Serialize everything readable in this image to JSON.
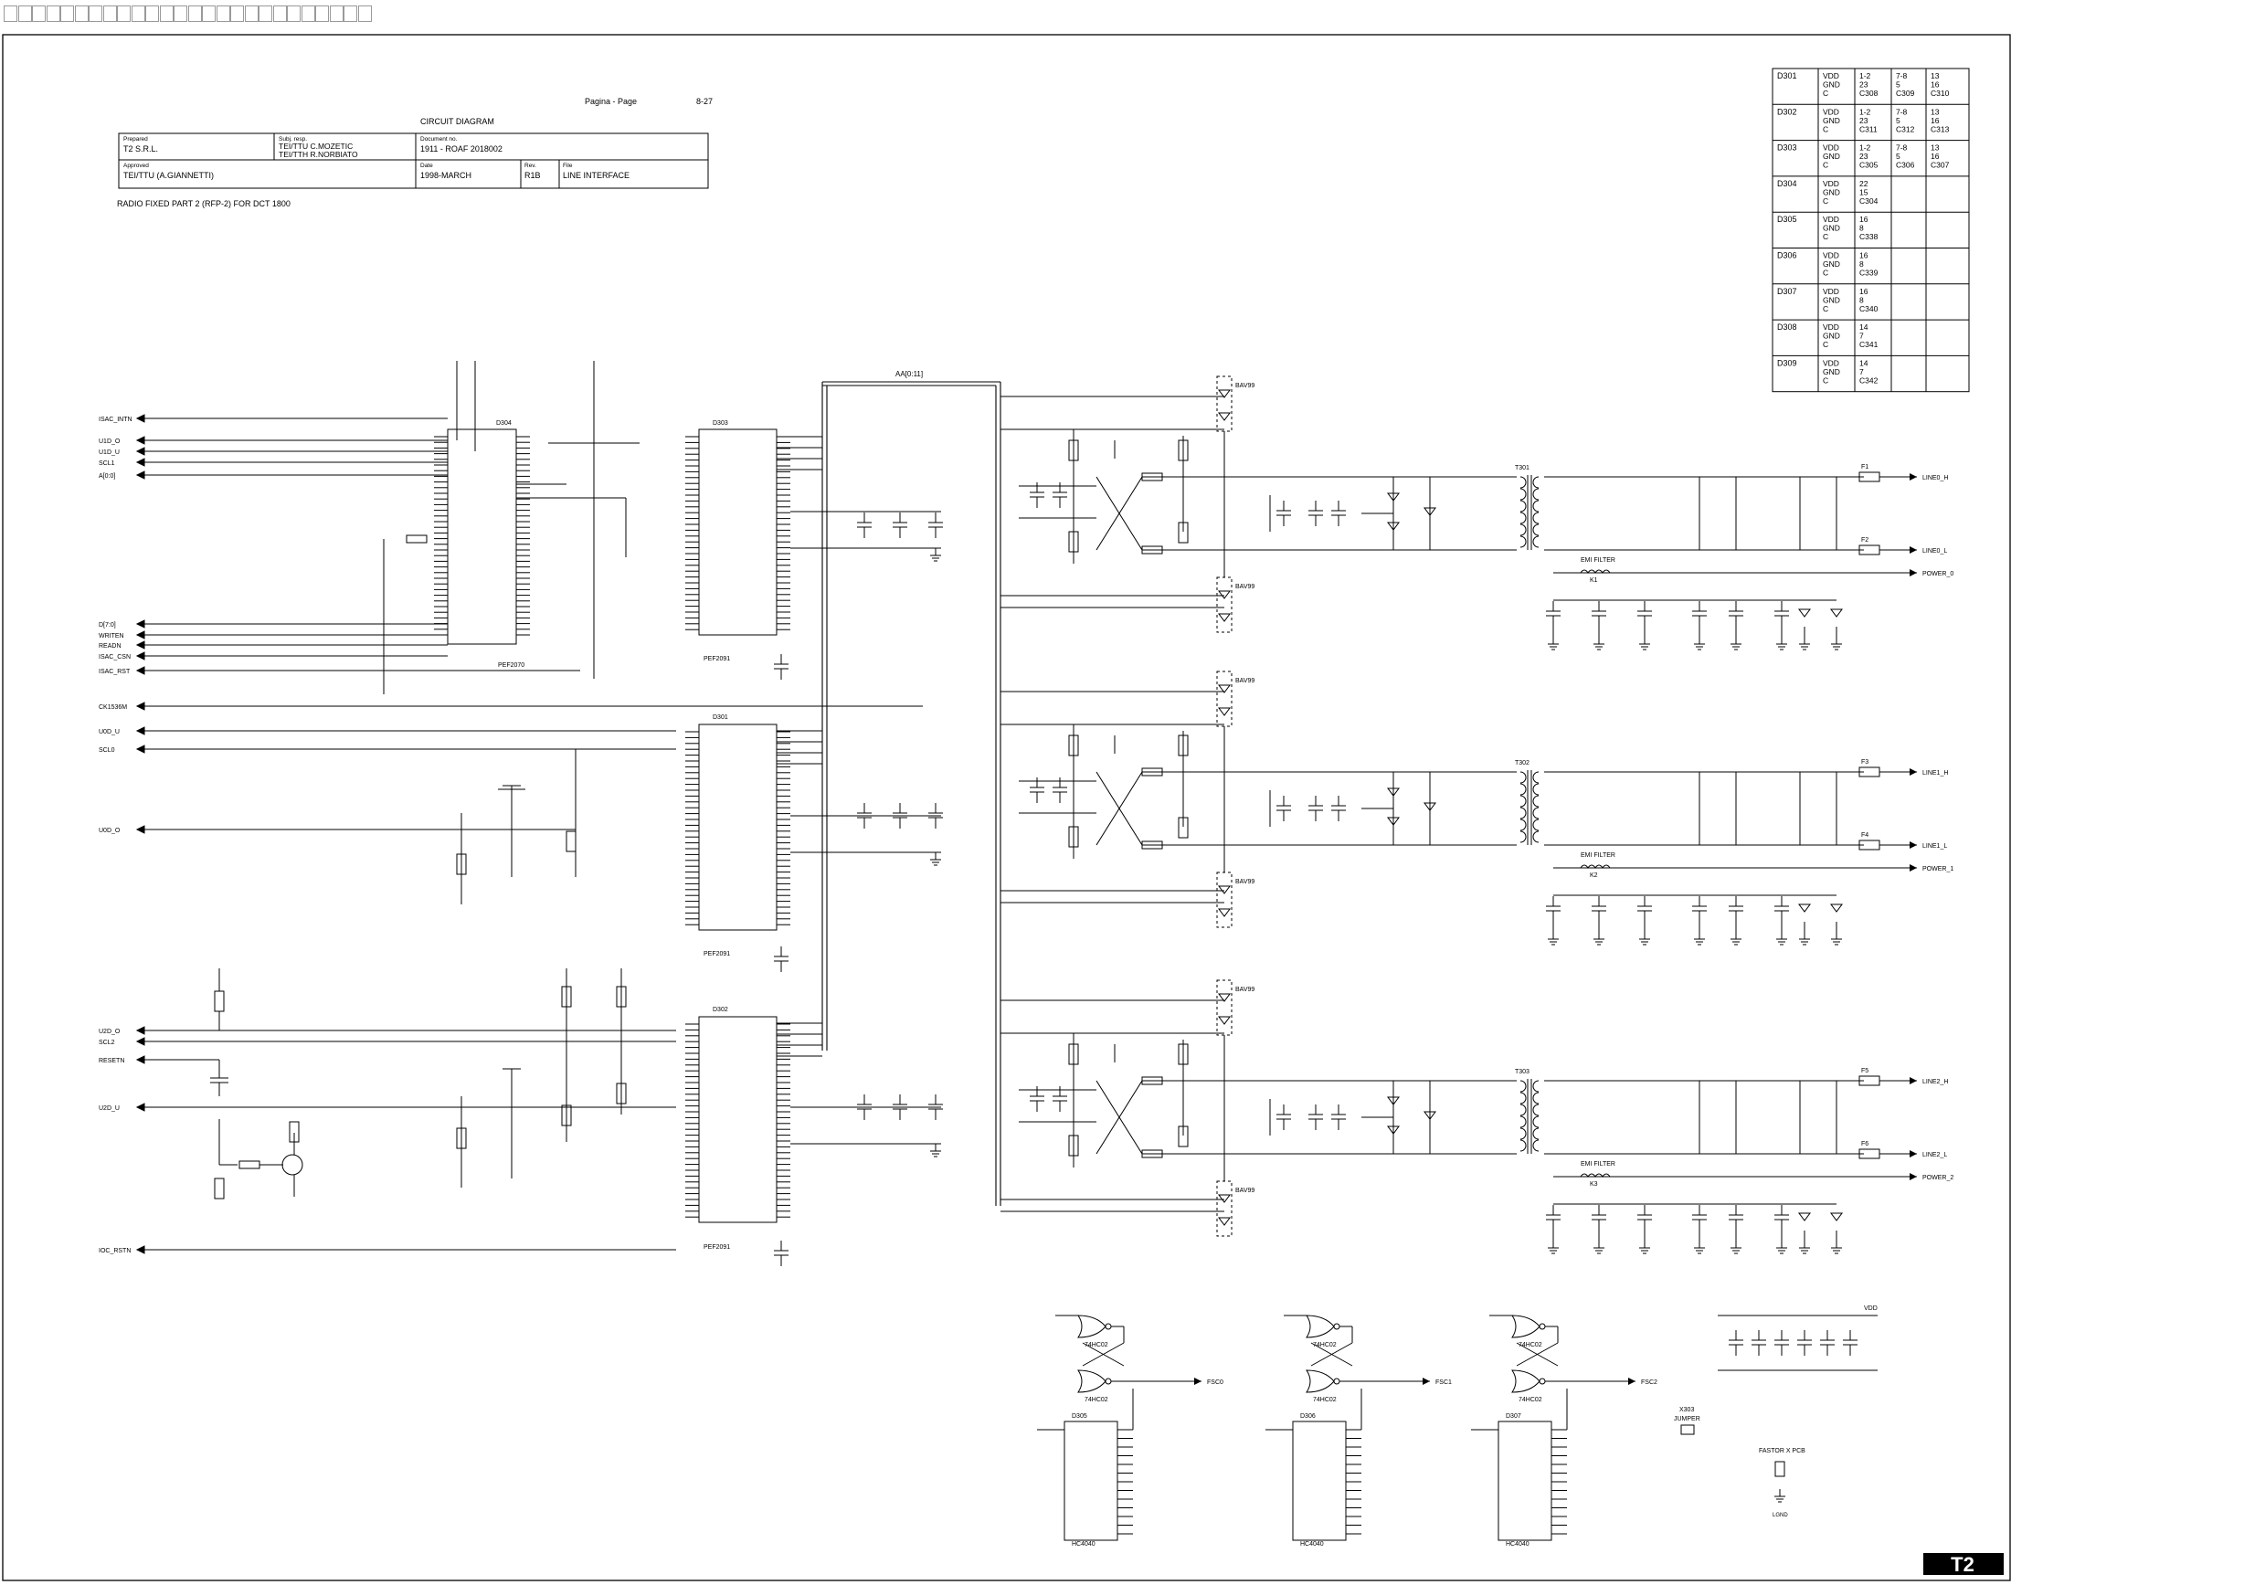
{
  "page": {
    "label": "Pagina - Page",
    "number": "8-27"
  },
  "title_block": {
    "diagram_title": "CIRCUIT DIAGRAM",
    "prepared_label": "Prepared",
    "prepared_value": "T2 S.R.L.",
    "subj_resp_label": "Subj. resp.",
    "subj_resp_line1": "TEI/TTU C.MOZETIC",
    "subj_resp_line2": "TEI/TTH R.NORBIATO",
    "document_no_label": "Document no.",
    "document_no_value": "1911 - ROAF 2018002",
    "approved_label": "Approved",
    "approved_value": "TEI/TTU (A.GIANNETTI)",
    "date_label": "Date",
    "date_value": "1998-MARCH",
    "rev_label": "Rev.",
    "rev_value": "R1B",
    "file_label": "File",
    "file_value": "LINE INTERFACE",
    "subtitle": "RADIO FIXED PART 2 (RFP-2) FOR DCT 1800"
  },
  "power_table": [
    {
      "ref": "D301",
      "names": [
        "VDD",
        "GND",
        "C"
      ],
      "a": [
        "1-2",
        "23",
        "C308"
      ],
      "b": [
        "7-8",
        "5",
        "C309"
      ],
      "c": [
        "13",
        "16",
        "C310"
      ]
    },
    {
      "ref": "D302",
      "names": [
        "VDD",
        "GND",
        "C"
      ],
      "a": [
        "1-2",
        "23",
        "C311"
      ],
      "b": [
        "7-8",
        "5",
        "C312"
      ],
      "c": [
        "13",
        "16",
        "C313"
      ]
    },
    {
      "ref": "D303",
      "names": [
        "VDD",
        "GND",
        "C"
      ],
      "a": [
        "1-2",
        "23",
        "C305"
      ],
      "b": [
        "7-8",
        "5",
        "C306"
      ],
      "c": [
        "13",
        "16",
        "C307"
      ]
    },
    {
      "ref": "D304",
      "names": [
        "VDD",
        "GND",
        "C"
      ],
      "a": [
        "22",
        "15",
        "C304"
      ],
      "b": [],
      "c": []
    },
    {
      "ref": "D305",
      "names": [
        "VDD",
        "GND",
        "C"
      ],
      "a": [
        "16",
        "8",
        "C338"
      ],
      "b": [],
      "c": []
    },
    {
      "ref": "D306",
      "names": [
        "VDD",
        "GND",
        "C"
      ],
      "a": [
        "16",
        "8",
        "C339"
      ],
      "b": [],
      "c": []
    },
    {
      "ref": "D307",
      "names": [
        "VDD",
        "GND",
        "C"
      ],
      "a": [
        "16",
        "8",
        "C340"
      ],
      "b": [],
      "c": []
    },
    {
      "ref": "D308",
      "names": [
        "VDD",
        "GND",
        "C"
      ],
      "a": [
        "14",
        "7",
        "C341"
      ],
      "b": [],
      "c": []
    },
    {
      "ref": "D309",
      "names": [
        "VDD",
        "GND",
        "C"
      ],
      "a": [
        "14",
        "7",
        "C342"
      ],
      "b": [],
      "c": []
    }
  ],
  "left_signals": [
    "ISAC_INTN",
    "U1D_O",
    "U1D_U",
    "SCL1",
    "A[0:0]",
    "D[7:0]",
    "WRITEN",
    "READN",
    "ISAC_CSN",
    "ISAC_RST",
    "CK1536M",
    "U0D_U",
    "SCL0",
    "U0D_O",
    "U2D_O",
    "SCL2",
    "RESETN",
    "U2D_U",
    "IOC_RSTN"
  ],
  "chips": {
    "d304": {
      "ref": "D304",
      "part": "PEF2070"
    },
    "d303": {
      "ref": "D303",
      "part": "PEF2091"
    },
    "d301": {
      "ref": "D301",
      "part": "PEF2091"
    },
    "d302": {
      "ref": "D302",
      "part": "PEF2091"
    },
    "d305": {
      "ref": "D305",
      "part": "HC4040"
    },
    "d306": {
      "ref": "D306",
      "part": "HC4040"
    },
    "d307": {
      "ref": "D307",
      "part": "HC4040"
    },
    "gate": "74HC02"
  },
  "bus_label": "AA[0:11]",
  "channels": [
    {
      "line_h": "LINE0_H",
      "line_l": "LINE0_L",
      "power": "POWER_0",
      "transformer": "T301",
      "fuse_h": "F1",
      "fuse_l": "F2",
      "filter": "EMI FILTER",
      "filter_ref": "K1"
    },
    {
      "line_h": "LINE1_H",
      "line_l": "LINE1_L",
      "power": "POWER_1",
      "transformer": "T302",
      "fuse_h": "F3",
      "fuse_l": "F4",
      "filter": "EMI FILTER",
      "filter_ref": "K2"
    },
    {
      "line_h": "LINE2_H",
      "line_l": "LINE2_L",
      "power": "POWER_2",
      "transformer": "T303",
      "fuse_h": "F5",
      "fuse_l": "F6",
      "filter": "EMI FILTER",
      "filter_ref": "K3"
    }
  ],
  "misc_labels": {
    "diode": "BAV99",
    "jumper": "JUMPER",
    "jumper_ref": "X303",
    "fastor": "FASTOR X PCB",
    "vdd": "VDD",
    "lgnd": "LGND",
    "fsc0": "FSC0",
    "fsc1": "FSC1",
    "fsc2": "FSC2",
    "logo": "T2"
  },
  "colors": {
    "line": "#000000",
    "background": "#ffffff",
    "placeholder_box": "#9a9a9a"
  }
}
